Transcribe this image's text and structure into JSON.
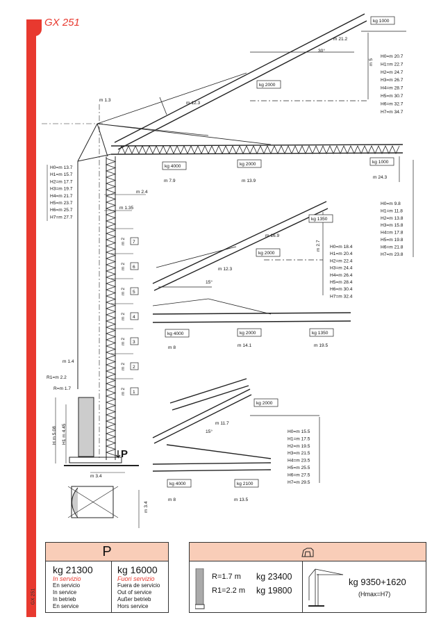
{
  "header": {
    "model": "GX 251"
  },
  "top_luffing": {
    "load_tip": "kg 1000",
    "radius_tip": "m 21.2",
    "height_diff": "m 5",
    "load_mid": "kg 2000",
    "radius_mid": "m 12.3",
    "angle": "30°",
    "heights": [
      "H0=m  20.7",
      "H1=m  22.7",
      "H2=m  24.7",
      "H3=m  26.7",
      "H4=m  28.7",
      "H5=m  30.7",
      "H6=m  32.7",
      "H7=m  34.7"
    ]
  },
  "horizontal": {
    "loads": [
      "kg 4000",
      "kg 2000",
      "kg 1000"
    ],
    "radii": [
      "m 7.9",
      "m 13.9",
      "m 24.3"
    ],
    "heights": [
      "H0=m  9.8",
      "H1=m  11.8",
      "H2=m  13.8",
      "H3=m  15.8",
      "H4=m  17.8",
      "H5=m  19.8",
      "H6=m  21.8",
      "H7=m  23.8"
    ]
  },
  "tower": {
    "top_offset": "m 1.3",
    "hook_offset": "m 2.4",
    "mast_offset": "m 1.35",
    "base_offset": "m 1.4",
    "r1": "R1=m  2.2",
    "r": "R=m  1.7",
    "h": "H  m  5.08",
    "h1": "H1  m  4.45",
    "p": "P",
    "base_width": "m 3.4",
    "base_depth": "m 3.4",
    "section_height": "m 2",
    "sections": [
      "7",
      "6",
      "5",
      "4",
      "3",
      "2",
      "1"
    ],
    "heights": [
      "H0=m  13.7",
      "H1=m  15.7",
      "H2=m  17.7",
      "H3=m  19.7",
      "H4=m  21.7",
      "H5=m  23.7",
      "H6=m  25.7",
      "H7=m  27.7"
    ]
  },
  "mid_luffing": {
    "load_tip": "kg 1350",
    "radius_tip": "m 16.9",
    "height_diff": "m 2.7",
    "load_mid": "kg 2000",
    "radius_mid": "m 12.3",
    "angle": "15°",
    "heights": [
      "H0=m  18.4",
      "H1=m  20.4",
      "H2=m  22.4",
      "H3=m  24.4",
      "H4=m  26.4",
      "H5=m  28.4",
      "H6=m  30.4",
      "H7=m  32.4"
    ]
  },
  "mid_horizontal": {
    "loads": [
      "kg 4000",
      "kg 2000",
      "kg 1350"
    ],
    "radii": [
      "m 8",
      "m 14.1",
      "m 19.5"
    ]
  },
  "short_luffing": {
    "load": "kg 2000",
    "radius": "m 11.7",
    "angle": "15°",
    "heights": [
      "H0=m  15.5",
      "H1=m  17.5",
      "H2=m  19.5",
      "H3=m  21.5",
      "H4=m  23.5",
      "H5=m  25.5",
      "H6=m  27.5",
      "H7=m  29.5"
    ]
  },
  "short_horizontal": {
    "loads": [
      "kg 4000",
      "kg 2100"
    ],
    "radii": [
      "m 8",
      "m 13.5"
    ]
  },
  "weight_table": {
    "header": "P",
    "in_service": {
      "value": "kg   21300",
      "title": "In servizio",
      "langs": [
        "En servicio",
        "In service",
        "In betrieb",
        "En service"
      ]
    },
    "out_service": {
      "value": "kg   16000",
      "title": "Fuori servizio",
      "langs": [
        "Fuera de servicio",
        "Out of service",
        "Außer betrieb",
        "Hors service"
      ]
    }
  },
  "ballast_table": {
    "icon": "ballast-icon",
    "r": "R=1.7 m",
    "r1": "R1=2.2 m",
    "kg_r": "kg 23400",
    "kg_r1": "kg 19800",
    "counter": "kg 9350+1620",
    "counter_note": "(Hmax=H7)"
  },
  "colors": {
    "accent": "#e8392f",
    "table_header": "#f9cdb8"
  }
}
